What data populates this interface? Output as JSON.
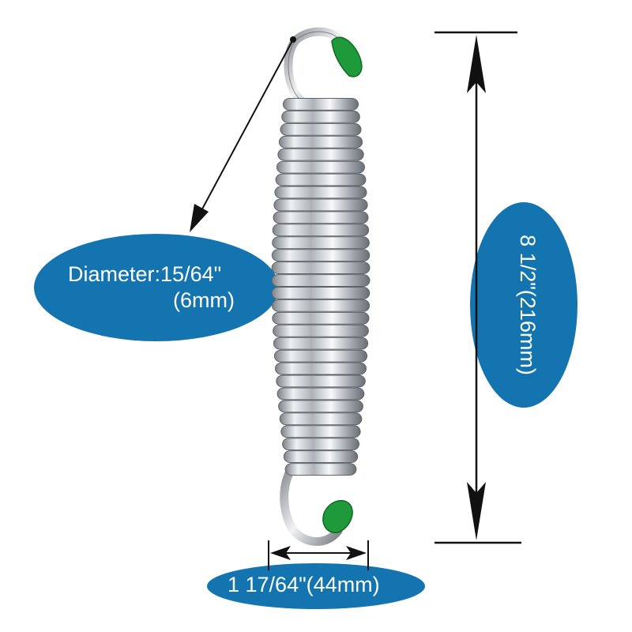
{
  "labels": {
    "diameter_line1": "Diameter:15/64\"",
    "diameter_line2": "(6mm)",
    "height": "8 1/2\"(216mm)",
    "width": "1 17/64\"(44mm)"
  },
  "colors": {
    "background": "#ffffff",
    "label_fill": "#1474b0",
    "label_text": "#ffffff",
    "dimension_line": "#111111",
    "spring_steel": "#c8cbd0",
    "hook_cap": "#1f9a3a"
  },
  "icons": {
    "subject": "extension-spring-icon",
    "arrow": "arrow-icon"
  }
}
